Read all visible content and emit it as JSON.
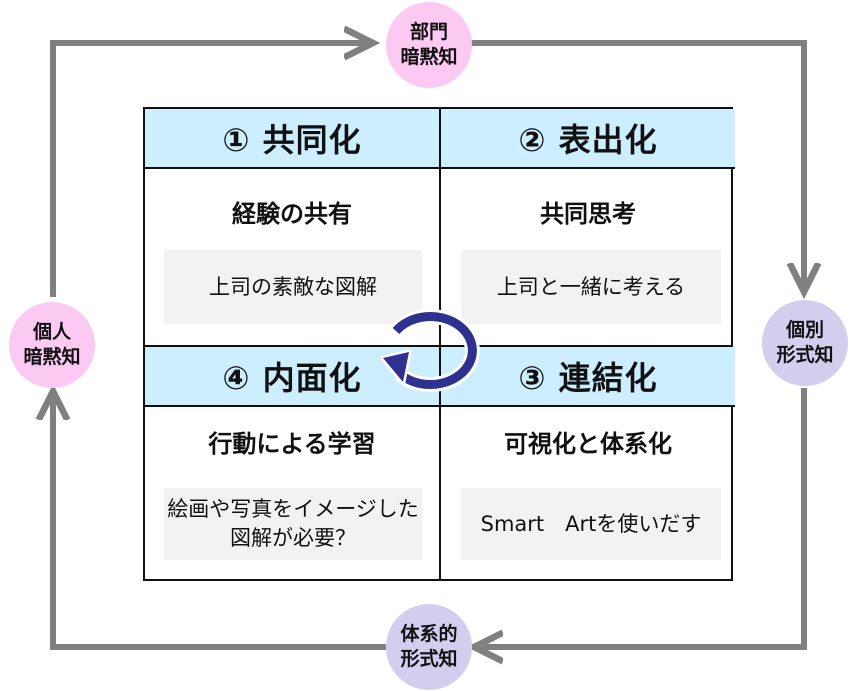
{
  "colors": {
    "arrow": "#808080",
    "header_fill": "#cdeeff",
    "box_fill": "#f2f2f2",
    "node_pink": "#fcc9f2",
    "node_lavender": "#d2cfee",
    "cycle_arrow": "#2e3190"
  },
  "nodes": {
    "top": {
      "line1": "部門",
      "line2": "暗黙知"
    },
    "left": {
      "line1": "個人",
      "line2": "暗黙知"
    },
    "right": {
      "line1": "個別",
      "line2": "形式知"
    },
    "bottom": {
      "line1": "体系的",
      "line2": "形式知"
    }
  },
  "quadrants": {
    "socialization": {
      "title": "① 共同化",
      "subtitle": "経験の共有",
      "example": [
        "上司の素敵な図解"
      ]
    },
    "externalization": {
      "title": "② 表出化",
      "subtitle": "共同思考",
      "example": [
        "上司と一緒に考える"
      ]
    },
    "combination": {
      "title": "③ 連結化",
      "subtitle": "可視化と体系化",
      "example": [
        "Smart　Artを使いだす"
      ]
    },
    "internalization": {
      "title": "④ 内面化",
      "subtitle": "行動による学習",
      "example": [
        "絵画や写真をイメージした",
        "図解が必要？"
      ]
    }
  }
}
